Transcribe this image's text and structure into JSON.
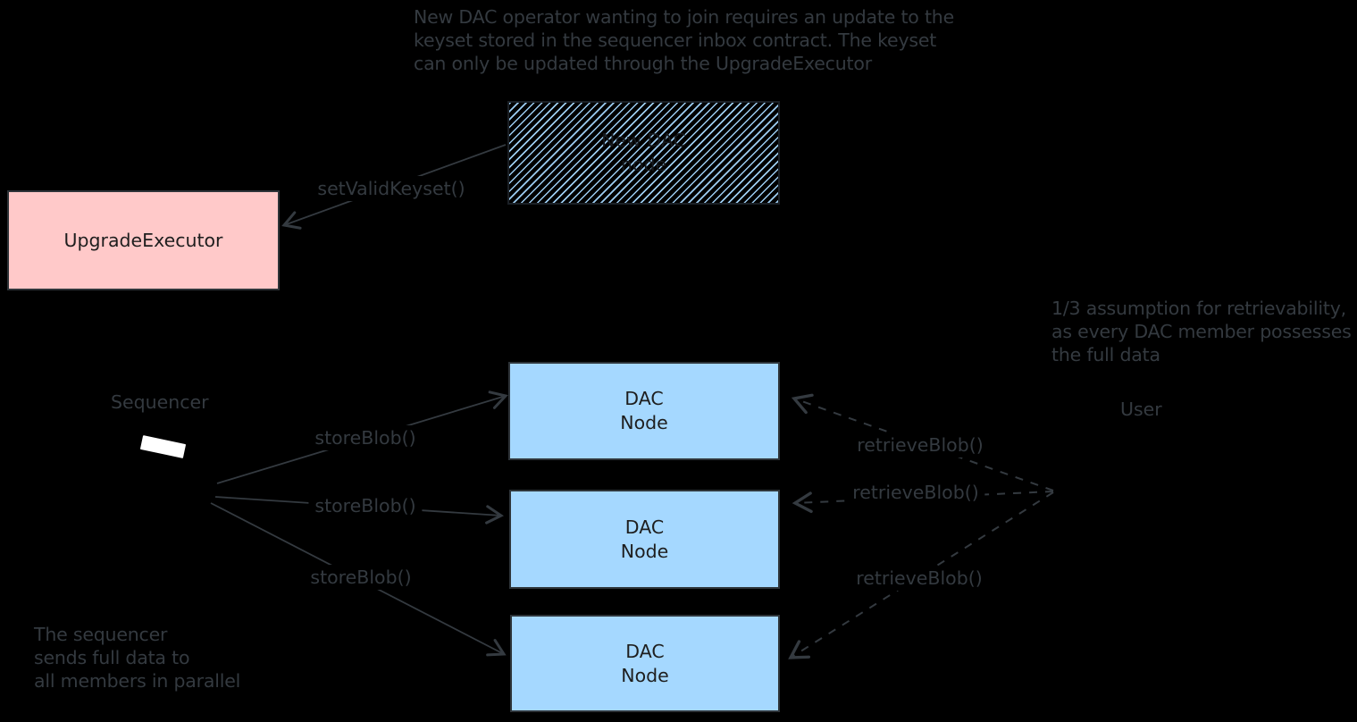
{
  "palette": {
    "background": "#000000",
    "stroke_gray": "#343a40",
    "box_text_dark": "#1e1e1e",
    "upgrade_executor_fill": "#ffc9c9",
    "dac_node_fill": "#a5d8ff"
  },
  "notes": {
    "keyset_note": "New DAC operator wanting to join requires an update to the\nkeyset stored in the sequencer inbox contract. The keyset\ncan only be updated through the UpgradeExecutor",
    "retrievability_note": "1/3 assumption for retrievability,\nas every DAC member possesses\nthe full data",
    "parallel_note": "The sequencer\nsends full data to\nall members in parallel"
  },
  "actors": {
    "sequencer_label": "Sequencer",
    "user_label": "User"
  },
  "boxes": {
    "new_dac_node": "New DAC\nnode",
    "upgrade_executor": "UpgradeExecutor",
    "dac_node_1": "DAC\nNode",
    "dac_node_2": "DAC\nNode",
    "dac_node_3": "DAC\nNode"
  },
  "edge_labels": {
    "set_valid_keyset": "setValidKeyset()",
    "store_blob_1": "storeBlob()",
    "store_blob_2": "storeBlob()",
    "store_blob_3": "storeBlob()",
    "retrieve_blob_1": "retrieveBlob()",
    "retrieve_blob_2": "retrieveBlob()",
    "retrieve_blob_3": "retrieveBlob()"
  }
}
